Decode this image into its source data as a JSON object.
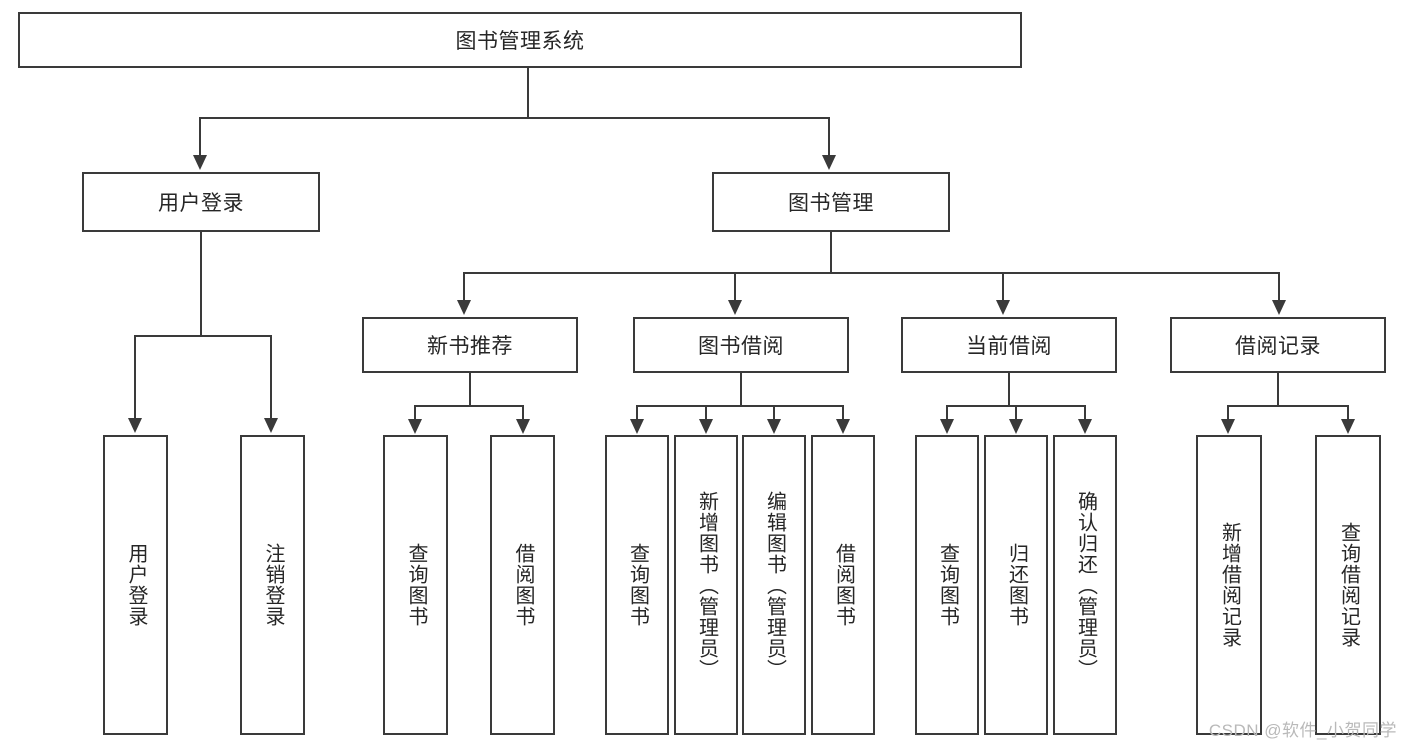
{
  "diagram": {
    "title": "图书管理系统",
    "root": {
      "label": "图书管理系统"
    },
    "level1": [
      {
        "label": "用户登录"
      },
      {
        "label": "图书管理"
      }
    ],
    "level2": [
      {
        "label": "新书推荐"
      },
      {
        "label": "图书借阅"
      },
      {
        "label": "当前借阅"
      },
      {
        "label": "借阅记录"
      }
    ],
    "leaves_user_login": [
      {
        "label": "用户登录"
      },
      {
        "label": "注销登录"
      }
    ],
    "leaves_new_book": [
      {
        "label": "查询图书"
      },
      {
        "label": "借阅图书"
      }
    ],
    "leaves_borrow": [
      {
        "label": "查询图书"
      },
      {
        "label": "新增图书（管理员）"
      },
      {
        "label": "编辑图书（管理员）"
      },
      {
        "label": "借阅图书"
      }
    ],
    "leaves_current": [
      {
        "label": "查询图书"
      },
      {
        "label": "归还图书"
      },
      {
        "label": "确认归还（管理员）"
      }
    ],
    "leaves_records": [
      {
        "label": "新增借阅记录"
      },
      {
        "label": "查询借阅记录"
      }
    ],
    "watermark": "CSDN @软件_小贺同学",
    "colors": {
      "stroke": "#3a3a3a",
      "text": "#262626",
      "background": "#ffffff",
      "watermark": "#b9b9b9"
    }
  }
}
